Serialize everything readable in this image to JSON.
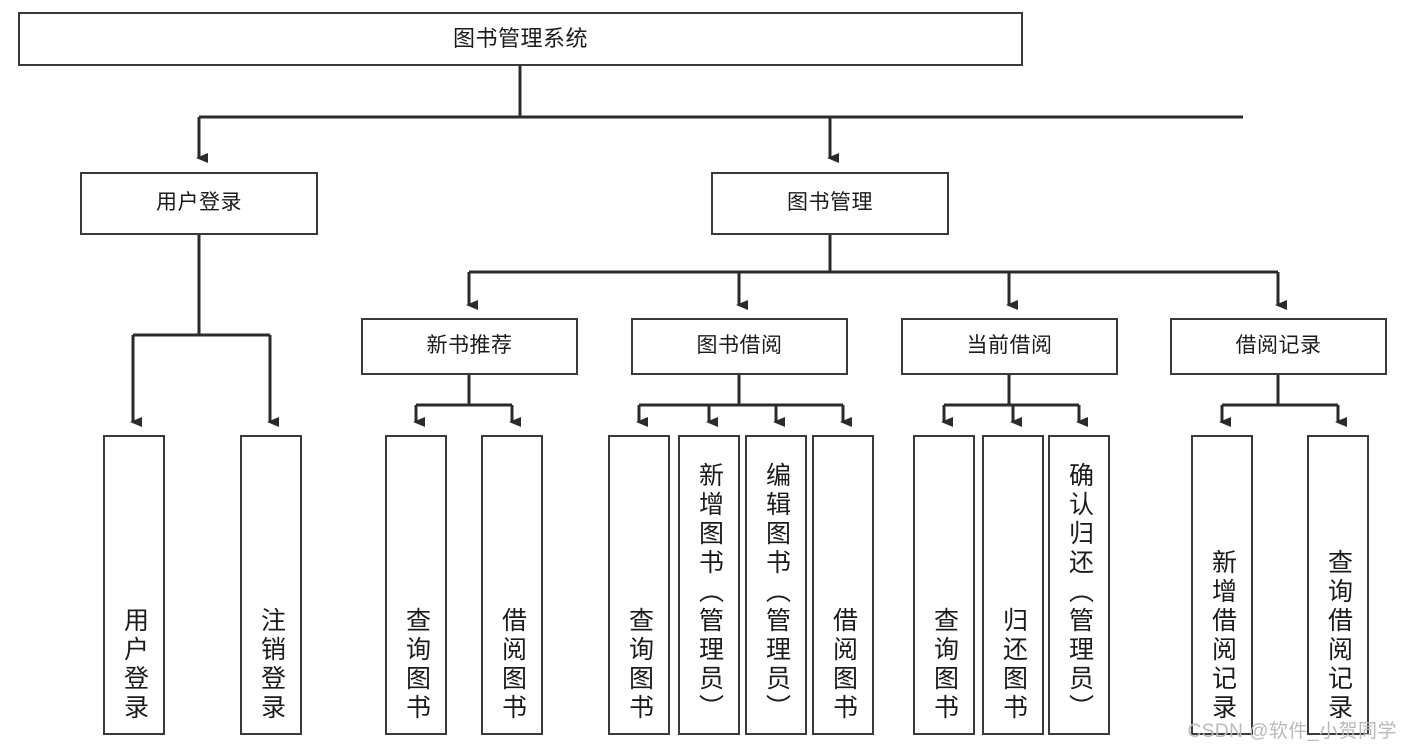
{
  "diagram": {
    "type": "tree-hierarchy",
    "title": "图书管理系统",
    "watermark": "CSDN @软件_小贺同学",
    "colors": {
      "box_border": "#3a3a3a",
      "box_fill": "#ffffff",
      "line": "#2b2b2b",
      "text": "#1b1b1b",
      "watermark": "#b9b9b9"
    },
    "levels": {
      "root": {
        "label": "图书管理系统"
      },
      "level1": [
        {
          "label": "用户登录"
        },
        {
          "label": "图书管理"
        }
      ],
      "level2": [
        {
          "label": "新书推荐"
        },
        {
          "label": "图书借阅"
        },
        {
          "label": "当前借阅"
        },
        {
          "label": "借阅记录"
        }
      ]
    },
    "leaves": {
      "user_login": [
        {
          "label": "用户登录"
        },
        {
          "label": "注销登录"
        }
      ],
      "new_book_recommend": [
        {
          "label": "查询图书"
        },
        {
          "label": "借阅图书"
        }
      ],
      "book_borrow": [
        {
          "label": "查询图书"
        },
        {
          "label": "新增图书（管理员）"
        },
        {
          "label": "编辑图书（管理员）"
        },
        {
          "label": "借阅图书"
        }
      ],
      "current_borrow": [
        {
          "label": "查询图书"
        },
        {
          "label": "归还图书"
        },
        {
          "label": "确认归还（管理员）"
        }
      ],
      "borrow_record": [
        {
          "label": "新增借阅记录"
        },
        {
          "label": "查询借阅记录"
        }
      ]
    }
  }
}
